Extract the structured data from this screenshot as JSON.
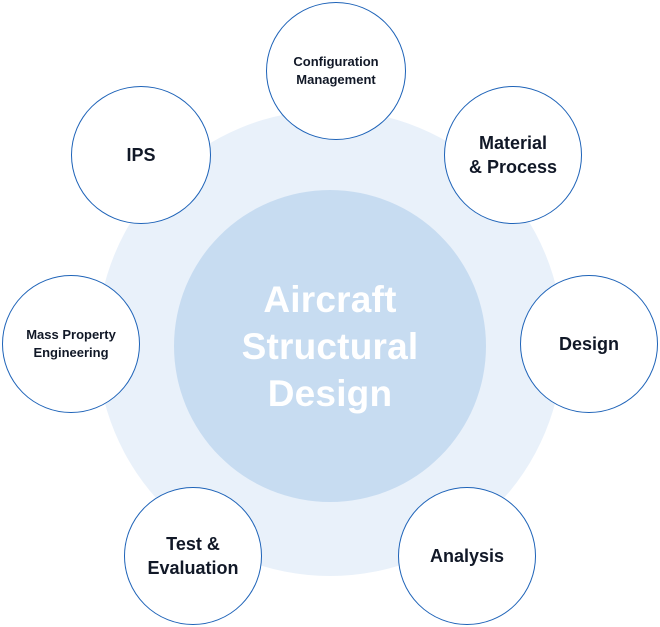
{
  "center": {
    "title": "Aircraft\nStructural\nDesign"
  },
  "nodes": {
    "configuration_management": "Configuration\nManagement",
    "material_process": "Material\n& Process",
    "design": "Design",
    "analysis": "Analysis",
    "test_evaluation": "Test &\nEvaluation",
    "mass_property_engineering": "Mass Property\nEngineering",
    "ips": "IPS"
  },
  "colors": {
    "outer_ring": "#e9f1fa",
    "core": "#c7dcf1",
    "node_border": "#1e63b8",
    "node_text": "#111827",
    "core_text": "#ffffff"
  }
}
